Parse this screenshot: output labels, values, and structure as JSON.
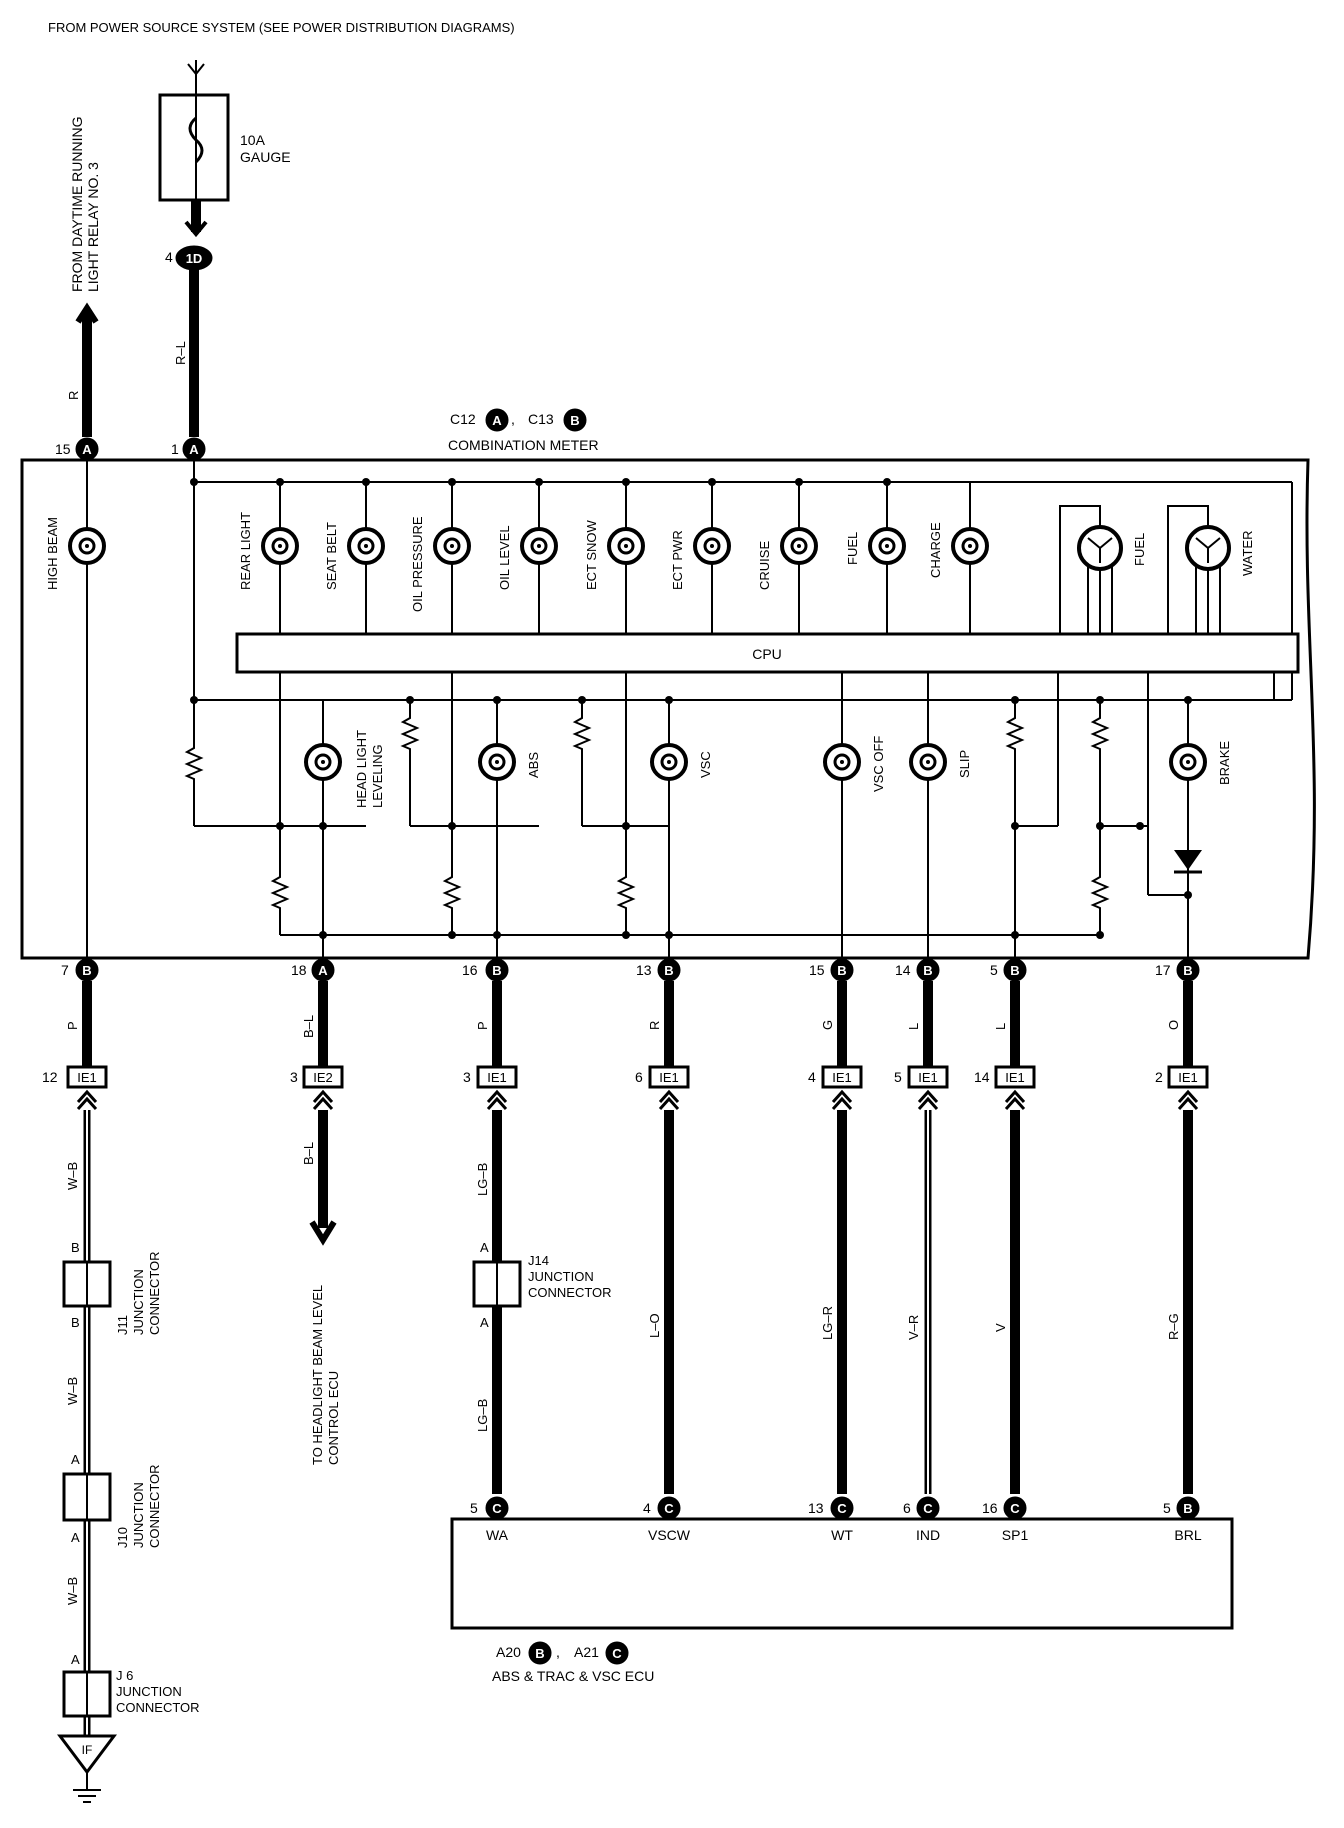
{
  "header": {
    "source_note": "FROM POWER SOURCE SYSTEM (SEE POWER DISTRIBUTION DIAGRAMS)"
  },
  "fuse": {
    "rating": "10A",
    "name": "GAUGE"
  },
  "relay_source": {
    "line1": "FROM DAYTIME RUNNING",
    "line2": "LIGHT RELAY NO. 3"
  },
  "top_connectors": {
    "fuse_out": {
      "pin": "4",
      "code": "1D",
      "wire": "R–L"
    },
    "relay_wire": "R"
  },
  "combination_meter": {
    "conn_a": "C12",
    "conn_a_letter": "A",
    "conn_b": "C13",
    "conn_b_letter": "B",
    "sep": ",",
    "name": "COMBINATION METER",
    "top_pins": [
      {
        "pin": "15",
        "letter": "A"
      },
      {
        "pin": "1",
        "letter": "A"
      }
    ],
    "cpu": "CPU",
    "upper_lamps": [
      "HIGH BEAM",
      "REAR LIGHT",
      "SEAT BELT",
      "OIL PRESSURE",
      "OIL LEVEL",
      "ECT SNOW",
      "ECT PWR",
      "CRUISE",
      "FUEL",
      "CHARGE"
    ],
    "gauges": [
      "FUEL",
      "WATER"
    ],
    "lower_lamps": [
      "HEAD LIGHT",
      "LEVELING",
      "ABS",
      "VSC",
      "VSC OFF",
      "SLIP",
      "BRAKE"
    ],
    "bottom_pins": [
      {
        "pin": "7",
        "letter": "B",
        "wire": "P"
      },
      {
        "pin": "18",
        "letter": "A",
        "wire": "B–L"
      },
      {
        "pin": "16",
        "letter": "B",
        "wire": "P"
      },
      {
        "pin": "13",
        "letter": "B",
        "wire": "R"
      },
      {
        "pin": "15",
        "letter": "B",
        "wire": "G"
      },
      {
        "pin": "14",
        "letter": "B",
        "wire": "L"
      },
      {
        "pin": "5",
        "letter": "B",
        "wire": "L"
      },
      {
        "pin": "17",
        "letter": "B",
        "wire": "O"
      }
    ]
  },
  "ie_connectors": [
    {
      "pin": "12",
      "code": "IE1"
    },
    {
      "pin": "3",
      "code": "IE2"
    },
    {
      "pin": "3",
      "code": "IE1"
    },
    {
      "pin": "6",
      "code": "IE1"
    },
    {
      "pin": "4",
      "code": "IE1"
    },
    {
      "pin": "5",
      "code": "IE1"
    },
    {
      "pin": "14",
      "code": "IE1"
    },
    {
      "pin": "2",
      "code": "IE1"
    }
  ],
  "lower_wires": {
    "wb1": "W–B",
    "wb2": "W–B",
    "wb3": "W–B",
    "bl": "B–L",
    "lgb1": "LG–B",
    "lgb2": "LG–B",
    "lo": "L–O",
    "lgr": "LG–R",
    "vr": "V–R",
    "v": "V",
    "rg": "R–G"
  },
  "junctions": {
    "j11": {
      "id": "J11",
      "label": "JUNCTION",
      "label2": "CONNECTOR",
      "top": "B",
      "bottom": "B"
    },
    "j10": {
      "id": "J10",
      "label": "JUNCTION",
      "label2": "CONNECTOR",
      "top": "A",
      "bottom": "A"
    },
    "j6": {
      "id": "J 6",
      "label": "JUNCTION",
      "label2": "CONNECTOR",
      "top": "A"
    },
    "j14": {
      "id": "J14",
      "label": "JUNCTION",
      "label2": "CONNECTOR",
      "top": "A",
      "bottom": "A"
    }
  },
  "ground": {
    "code": "IF"
  },
  "headlight_ecu": {
    "line1": "TO HEADLIGHT BEAM LEVEL",
    "line2": "CONTROL ECU"
  },
  "ecu": {
    "conn_b": "A20",
    "conn_b_letter": "B",
    "conn_c": "A21",
    "conn_c_letter": "C",
    "sep": ",",
    "name": "ABS & TRAC & VSC ECU",
    "pins": [
      {
        "pin": "5",
        "letter": "C",
        "term": "WA"
      },
      {
        "pin": "4",
        "letter": "C",
        "term": "VSCW"
      },
      {
        "pin": "13",
        "letter": "C",
        "term": "WT"
      },
      {
        "pin": "6",
        "letter": "C",
        "term": "IND"
      },
      {
        "pin": "16",
        "letter": "C",
        "term": "SP1"
      },
      {
        "pin": "5",
        "letter": "B",
        "term": "BRL"
      }
    ]
  }
}
